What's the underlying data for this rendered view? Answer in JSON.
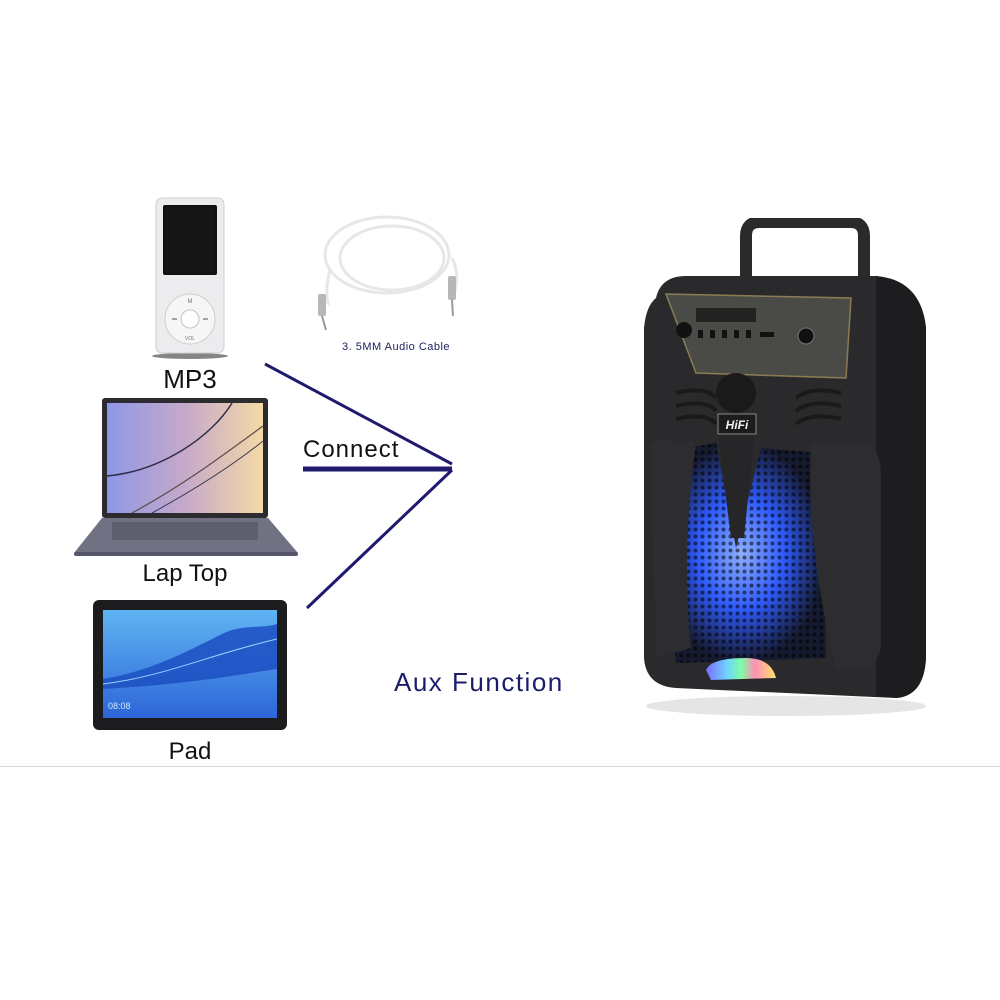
{
  "devices": [
    {
      "name": "MP3",
      "icon": "mp3-player-icon"
    },
    {
      "name": "Lap Top",
      "icon": "laptop-icon"
    },
    {
      "name": "Pad",
      "icon": "tablet-icon"
    }
  ],
  "cable": {
    "label": "3. 5MM Audio Cable",
    "icon": "audio-cable-icon"
  },
  "connect_label": "Connect",
  "function_label": "Aux Function",
  "speaker": {
    "badge": "HiFi",
    "icon": "speaker-icon"
  },
  "tablet_screen_time": "08:08",
  "mp3_buttons": {
    "top": "M",
    "bottom": "VOL"
  },
  "colors": {
    "line": "#1f1a6e",
    "aux_text": "#1c1c6b",
    "speaker_body": "#2a2a2c",
    "speaker_glow": "#2f5cff"
  }
}
